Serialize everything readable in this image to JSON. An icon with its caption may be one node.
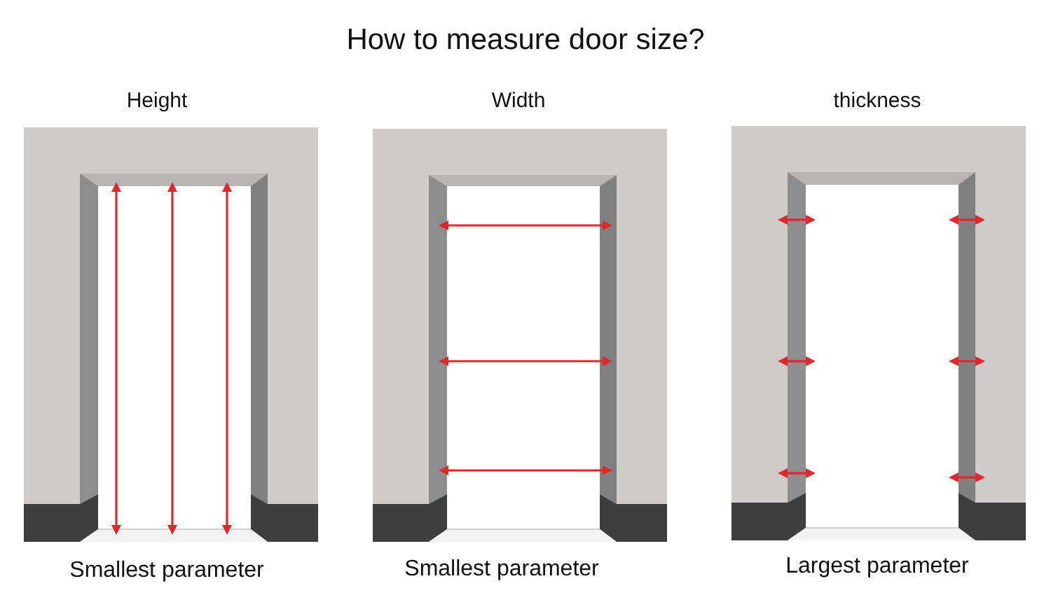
{
  "diagram": {
    "title": "How to measure door size?",
    "labels": [
      "Height",
      "Width",
      "thickness",
      "Smallest parameter",
      "Smallest parameter",
      "Largest parameter"
    ]
  }
}
